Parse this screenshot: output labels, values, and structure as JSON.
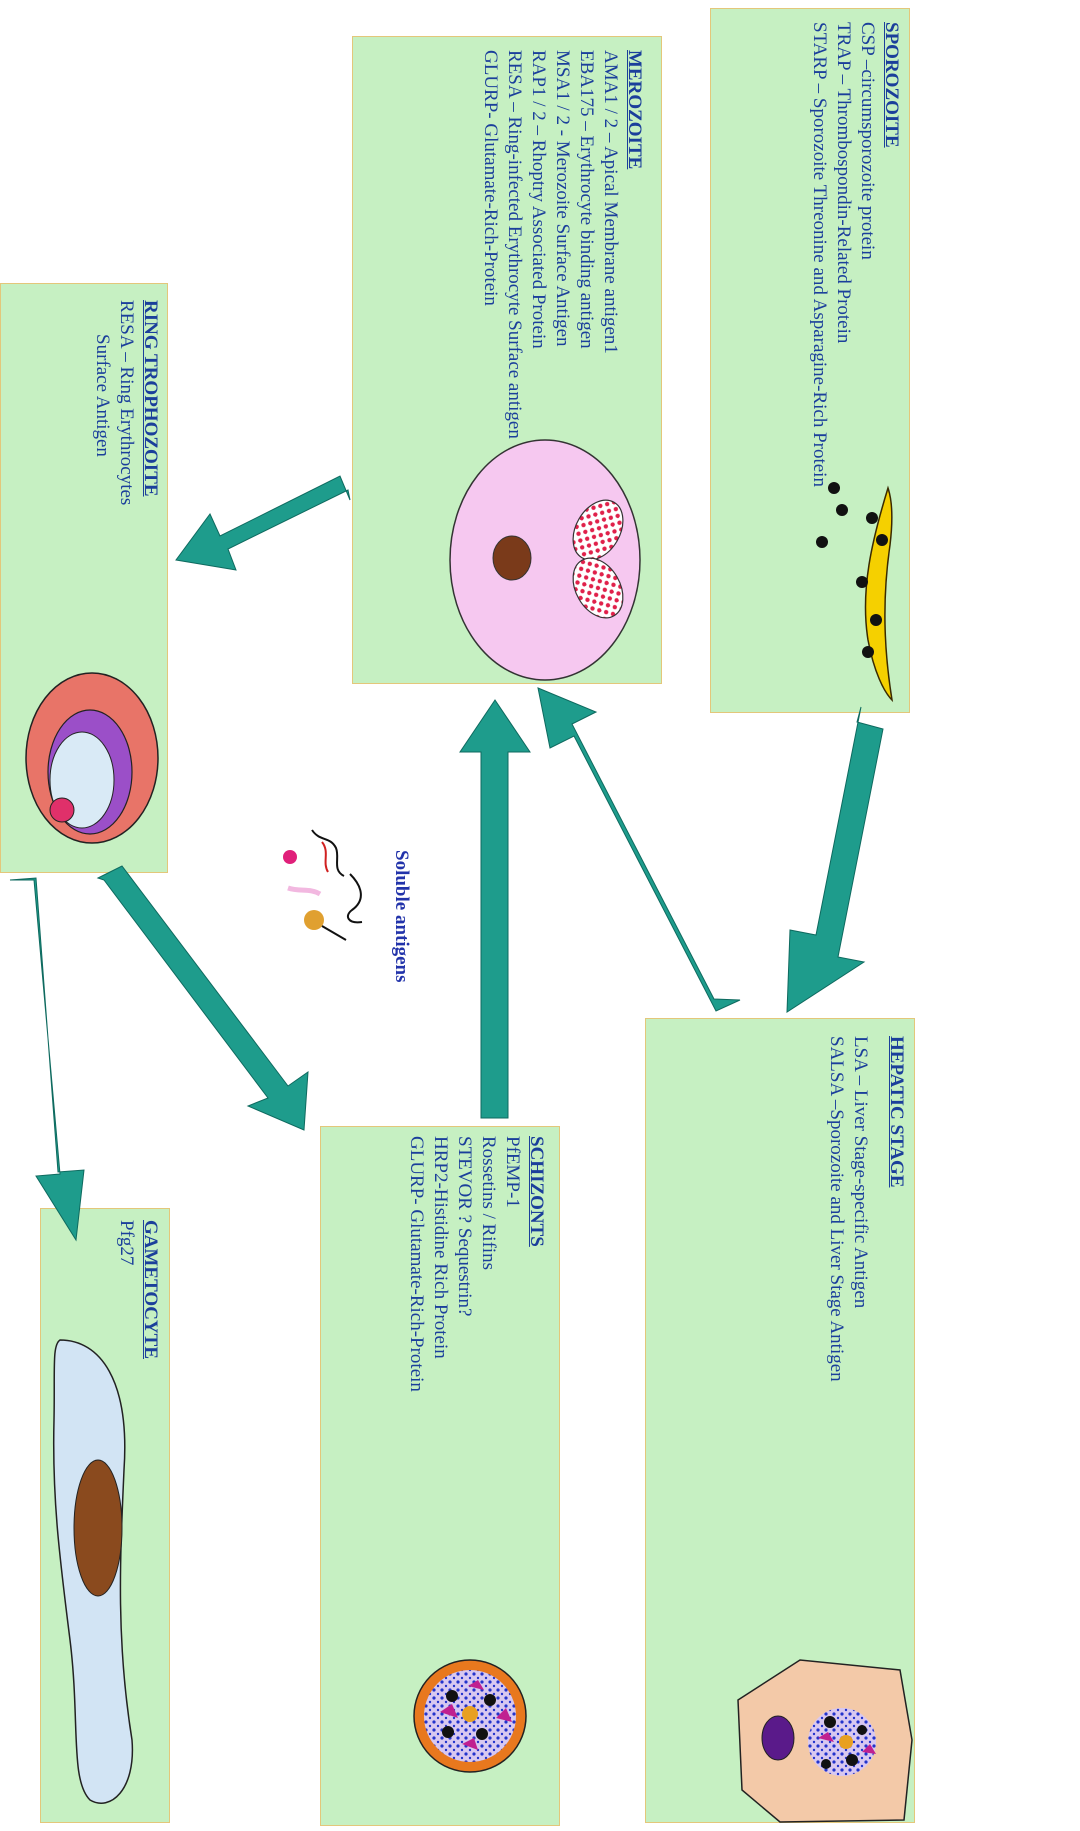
{
  "stages": {
    "sporozoite": {
      "title": "SPOROZOITE",
      "lines": [
        "CSP –circumsporozoite protein",
        "TRAP – Thrombospondin-Related Protein",
        "STARP – Sporozoite Threonine and Asparagine-Rich Protein"
      ]
    },
    "merozoite": {
      "title": "MEROZOITE",
      "lines": [
        "AMA1 / 2 – Apical Membrane antigen1",
        "EBA175 – Erythrocyte binding antigen",
        "MSA1 / 2 - Merozoite Surface Antigen",
        "RAP1 / 2 – Rhoptry Associated Protein",
        "RESA – Ring-infected Erythrocyte Surface antigen",
        "GLURP- Glutamate-Rich-Protein"
      ]
    },
    "ring": {
      "title": "RING TROPHOZOITE",
      "lines": [
        "RESA – Ring Erythrocytes",
        "Surface Antigen"
      ]
    },
    "hepatic": {
      "title": "HEPATIC STAGE",
      "lines": [
        "LSA – Liver Stage-specific Antigen",
        "SALSA –Sporozoite and Liver Stage Antigen"
      ]
    },
    "schizonts": {
      "title": "SCHIZONTS",
      "lines": [
        "PfEMP-1",
        "Rossetins / Rifins",
        "STEVOR ?  Sequestrin?",
        "HRP2-Histidine Rich Protein",
        "GLURP- Glutamate-Rich-Protein"
      ]
    },
    "gametocyte": {
      "title": "GAMETOCYTE",
      "lines": [
        "Pfg27"
      ]
    }
  },
  "soluble_label": "Soluble antigens",
  "colors": {
    "box_fill": "#c6f0c2",
    "box_border": "#e3c77a",
    "arrow": "#1e9c8c",
    "text": "#1b3f9b"
  }
}
